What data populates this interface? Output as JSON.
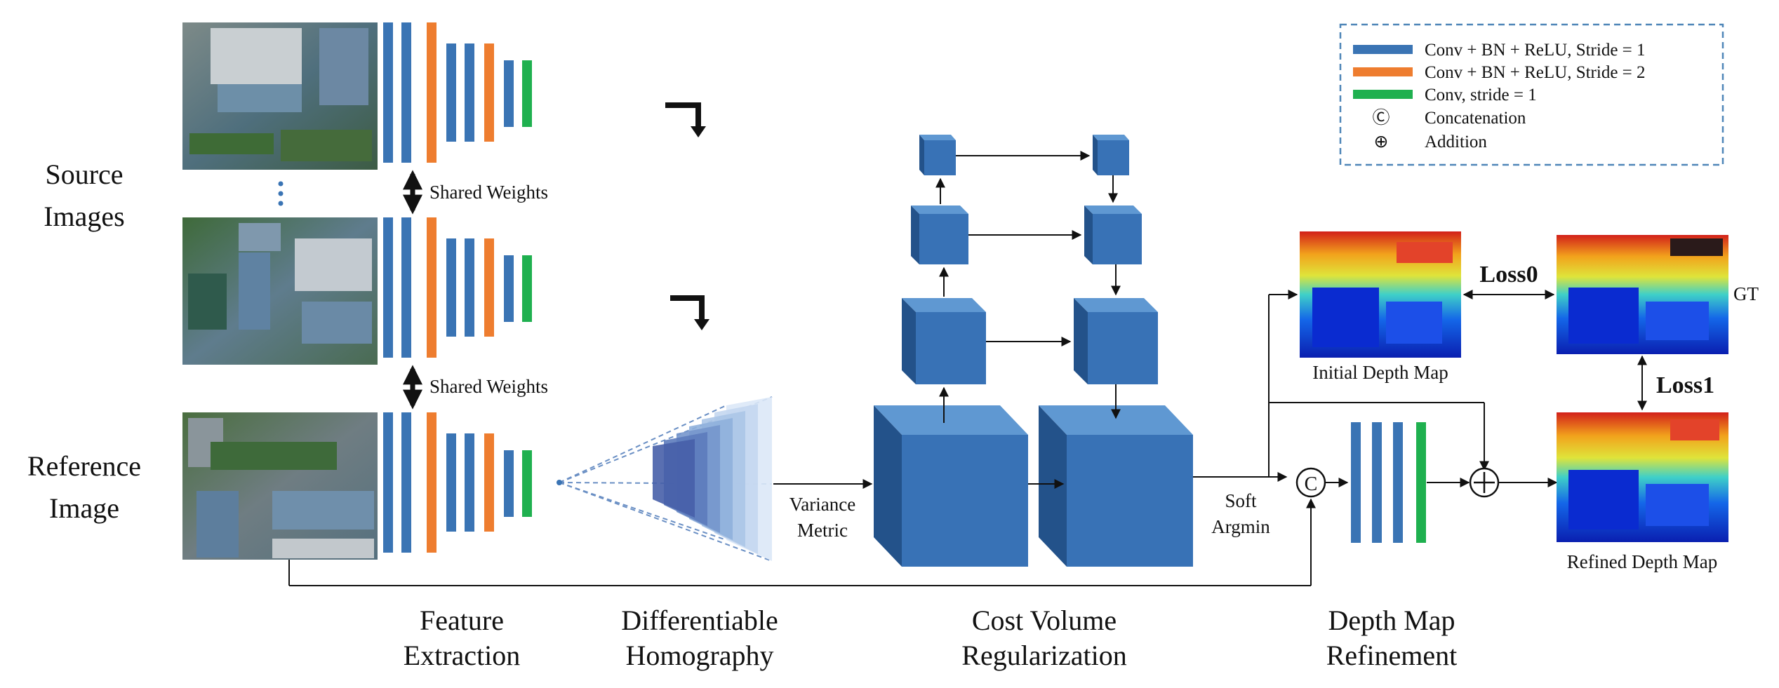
{
  "colors": {
    "conv_blue": "#3a74b4",
    "conv_orange": "#ee7d2f",
    "conv_green": "#1fb04f",
    "cube_front": "#3872b6",
    "cube_top": "#5f98d2",
    "cube_side": "#23528a",
    "arrow": "#111111",
    "legend_border": "#4f86b8"
  },
  "left_labels": {
    "source": [
      "Source",
      "Images"
    ],
    "reference": [
      "Reference",
      "Image"
    ],
    "dots": "⋮"
  },
  "shared_weights": [
    "Shared Weights",
    "Shared Weights"
  ],
  "legend": {
    "items": [
      {
        "color": "blue",
        "label": "Conv + BN + ReLU, Stride = 1"
      },
      {
        "color": "orange",
        "label": "Conv + BN + ReLU, Stride = 2"
      },
      {
        "color": "green",
        "label": "Conv, stride = 1"
      },
      {
        "symbol": "Ⓒ",
        "label": "Concatenation"
      },
      {
        "symbol": "⊕",
        "label": "Addition"
      }
    ]
  },
  "flow_labels": {
    "variance": [
      "Variance",
      "Metric"
    ],
    "soft_argmin": [
      "Soft",
      "Argmin"
    ],
    "concat_symbol": "C",
    "add_symbol": "+"
  },
  "depth_maps": {
    "initial": "Initial Depth Map",
    "gt": "GT",
    "refined": "Refined Depth Map",
    "loss0": "Loss0",
    "loss1": "Loss1"
  },
  "stage_labels": [
    [
      "Feature",
      "Extraction"
    ],
    [
      "Differentiable",
      "Homography"
    ],
    [
      "Cost Volume",
      "Regularization"
    ],
    [
      "Depth Map",
      "Refinement"
    ]
  ]
}
